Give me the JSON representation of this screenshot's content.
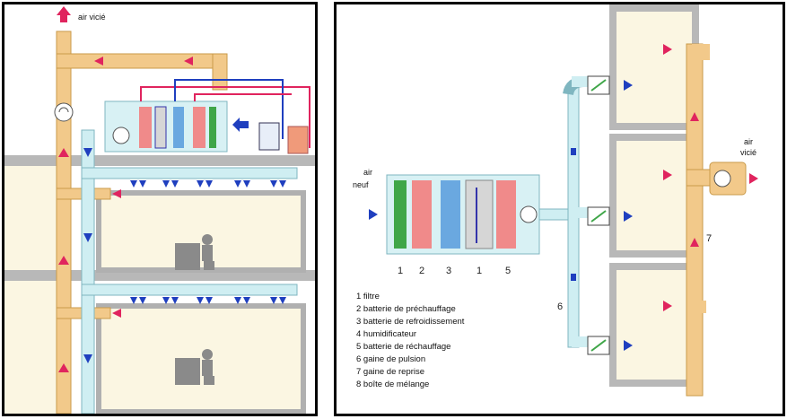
{
  "left": {
    "exhaust_label": "air vicié"
  },
  "right": {
    "fresh_air_label_1": "air",
    "fresh_air_label_2": "neuf",
    "exhaust_label_1": "air",
    "exhaust_label_2": "vicié",
    "numbers": {
      "n1a": "1",
      "n2": "2",
      "n3": "3",
      "n1b": "1",
      "n5": "5",
      "n6": "6",
      "n7": "7"
    },
    "legend": [
      "1 filtre",
      "2 batterie de préchauffage",
      "3 batterie de refroidissement",
      "4 humidificateur",
      "5 batterie de réchauffage",
      "6 gaine de pulsion",
      "7 gaine de reprise",
      "8 boîte de mélange"
    ]
  },
  "colors": {
    "duct_supply": "#cfeef2",
    "duct_return": "#f2c98a",
    "arrow_supply": "#1f3fbf",
    "arrow_return": "#e0245e",
    "room_fill": "#fbf6e2",
    "wall": "#b0b0b0",
    "filter": "#3fa648",
    "heating_coil": "#f08a8a",
    "cooling_coil": "#6aa8e0",
    "humidifier": "#d6d6d6"
  }
}
